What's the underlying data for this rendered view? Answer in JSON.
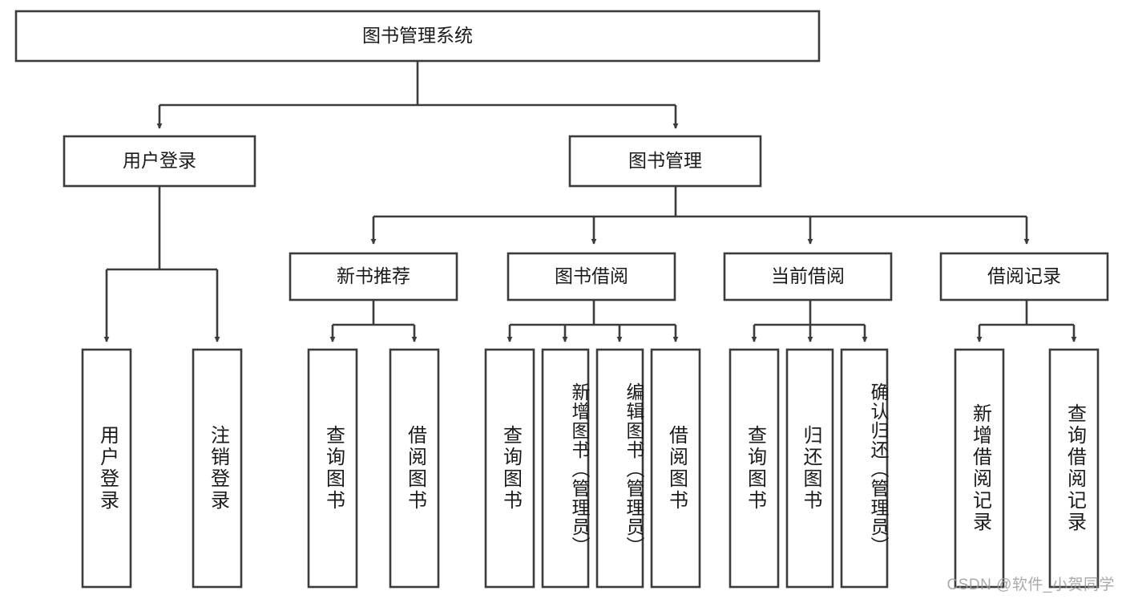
{
  "diagram": {
    "type": "tree-hierarchy",
    "title": "图书管理系统",
    "orientation": "top-down",
    "colors": {
      "stroke": "#3b3b3b",
      "box_fill": "#ffffff",
      "text": "#1a1a1a",
      "background": "#ffffff",
      "watermark": "#9b9b9b"
    },
    "levels": {
      "root": {
        "label": "图书管理系统"
      },
      "level2": [
        {
          "label": "用户登录"
        },
        {
          "label": "图书管理"
        }
      ],
      "level3": [
        {
          "label": "新书推荐"
        },
        {
          "label": "图书借阅"
        },
        {
          "label": "当前借阅"
        },
        {
          "label": "借阅记录"
        }
      ],
      "leaves": {
        "user_login": [
          {
            "label": "用户登录"
          },
          {
            "label": "注销登录"
          }
        ],
        "new_book_recommend": [
          {
            "label": "查询图书"
          },
          {
            "label": "借阅图书"
          }
        ],
        "book_borrow": [
          {
            "label": "查询图书"
          },
          {
            "label": "新增图书（管理员）"
          },
          {
            "label": "编辑图书（管理员）"
          },
          {
            "label": "借阅图书"
          }
        ],
        "current_borrow": [
          {
            "label": "查询图书"
          },
          {
            "label": "归还图书"
          },
          {
            "label": "确认归还（管理员）"
          }
        ],
        "borrow_record": [
          {
            "label": "新增借阅记录"
          },
          {
            "label": "查询借阅记录"
          }
        ]
      }
    },
    "edges": [
      {
        "from": "图书管理系统",
        "to": "用户登录"
      },
      {
        "from": "图书管理系统",
        "to": "图书管理"
      },
      {
        "from": "用户登录",
        "to": "用户登录"
      },
      {
        "from": "用户登录",
        "to": "注销登录"
      },
      {
        "from": "图书管理",
        "to": "新书推荐"
      },
      {
        "from": "图书管理",
        "to": "图书借阅"
      },
      {
        "from": "图书管理",
        "to": "当前借阅"
      },
      {
        "from": "图书管理",
        "to": "借阅记录"
      },
      {
        "from": "新书推荐",
        "to": "查询图书"
      },
      {
        "from": "新书推荐",
        "to": "借阅图书"
      },
      {
        "from": "图书借阅",
        "to": "查询图书"
      },
      {
        "from": "图书借阅",
        "to": "新增图书（管理员）"
      },
      {
        "from": "图书借阅",
        "to": "编辑图书（管理员）"
      },
      {
        "from": "图书借阅",
        "to": "借阅图书"
      },
      {
        "from": "当前借阅",
        "to": "查询图书"
      },
      {
        "from": "当前借阅",
        "to": "归还图书"
      },
      {
        "from": "当前借阅",
        "to": "确认归还（管理员）"
      },
      {
        "from": "借阅记录",
        "to": "新增借阅记录"
      },
      {
        "from": "借阅记录",
        "to": "查询借阅记录"
      }
    ]
  },
  "watermark": {
    "text": "CSDN @软件_小贺同学"
  }
}
